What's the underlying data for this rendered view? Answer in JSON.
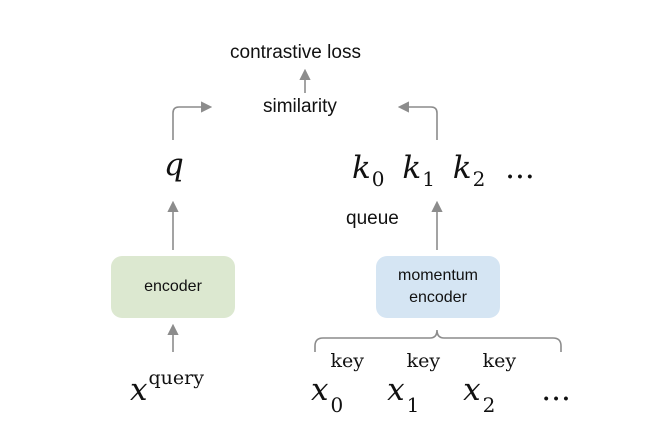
{
  "nodes": {
    "contrastive_loss": "contrastive loss",
    "similarity": "similarity",
    "queue_label": "queue",
    "encoder": "encoder",
    "momentum_encoder_line1": "momentum",
    "momentum_encoder_line2": "encoder"
  },
  "math": {
    "q": "q",
    "k_base": "k",
    "k0_sub": "0",
    "k1_sub": "1",
    "k2_sub": "2",
    "ellipsis": "...",
    "x_base": "x",
    "query_sup": "query",
    "key_sup": "key",
    "x0_sub": "0",
    "x1_sub": "1",
    "x2_sub": "2",
    "x_ellipsis": "..."
  },
  "colors": {
    "arrow": "#8c8c8c",
    "encoder_fill": "#dce8d0",
    "momentum_encoder_fill": "#d5e5f3"
  }
}
